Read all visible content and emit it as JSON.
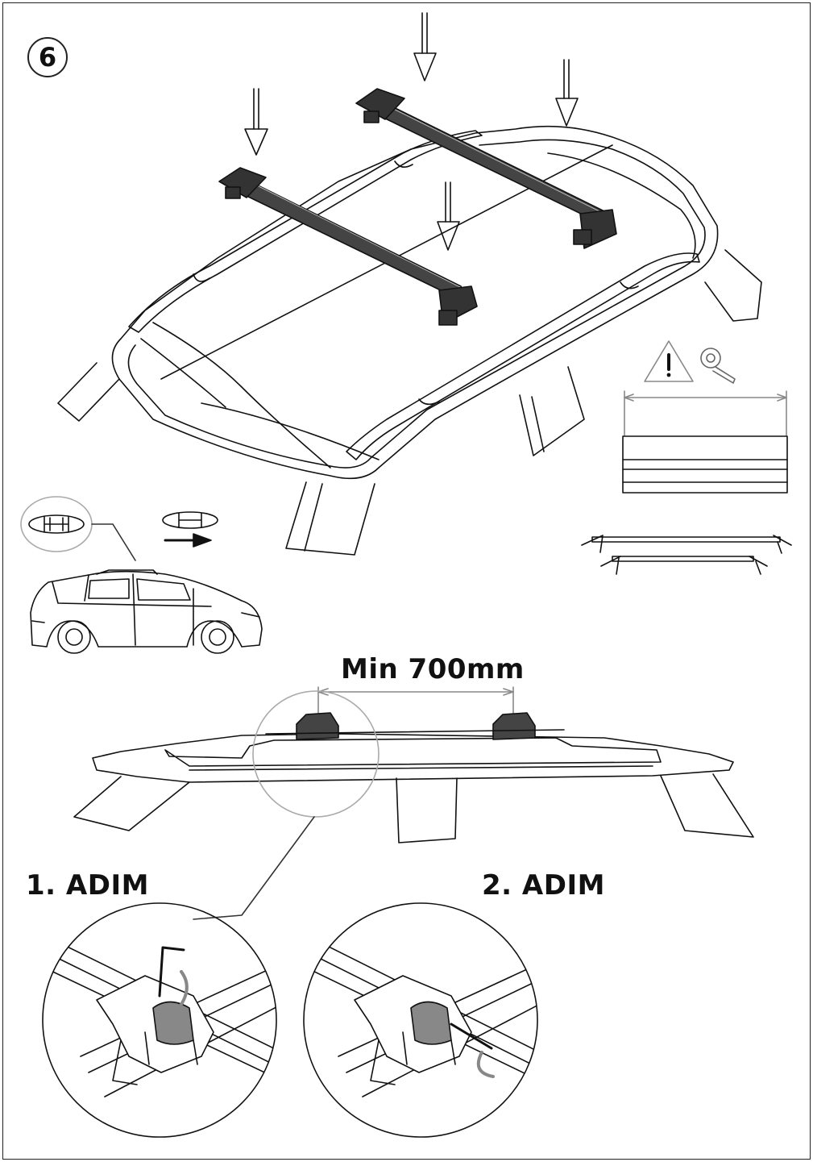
{
  "step_number": "6",
  "measure_label": "Min 700mm",
  "steps": [
    {
      "label": "1. ADIM"
    },
    {
      "label": "2. ADIM"
    }
  ],
  "icons": [
    "warning-icon",
    "tape-measure-icon",
    "allen-key-icon",
    "rotate-arrow-icon",
    "down-arrow-icon",
    "logo-direction-icon"
  ],
  "colors": {
    "line": "#111111",
    "bar_fill": "#3a3a3a",
    "rotate_arrow": "#888888"
  }
}
